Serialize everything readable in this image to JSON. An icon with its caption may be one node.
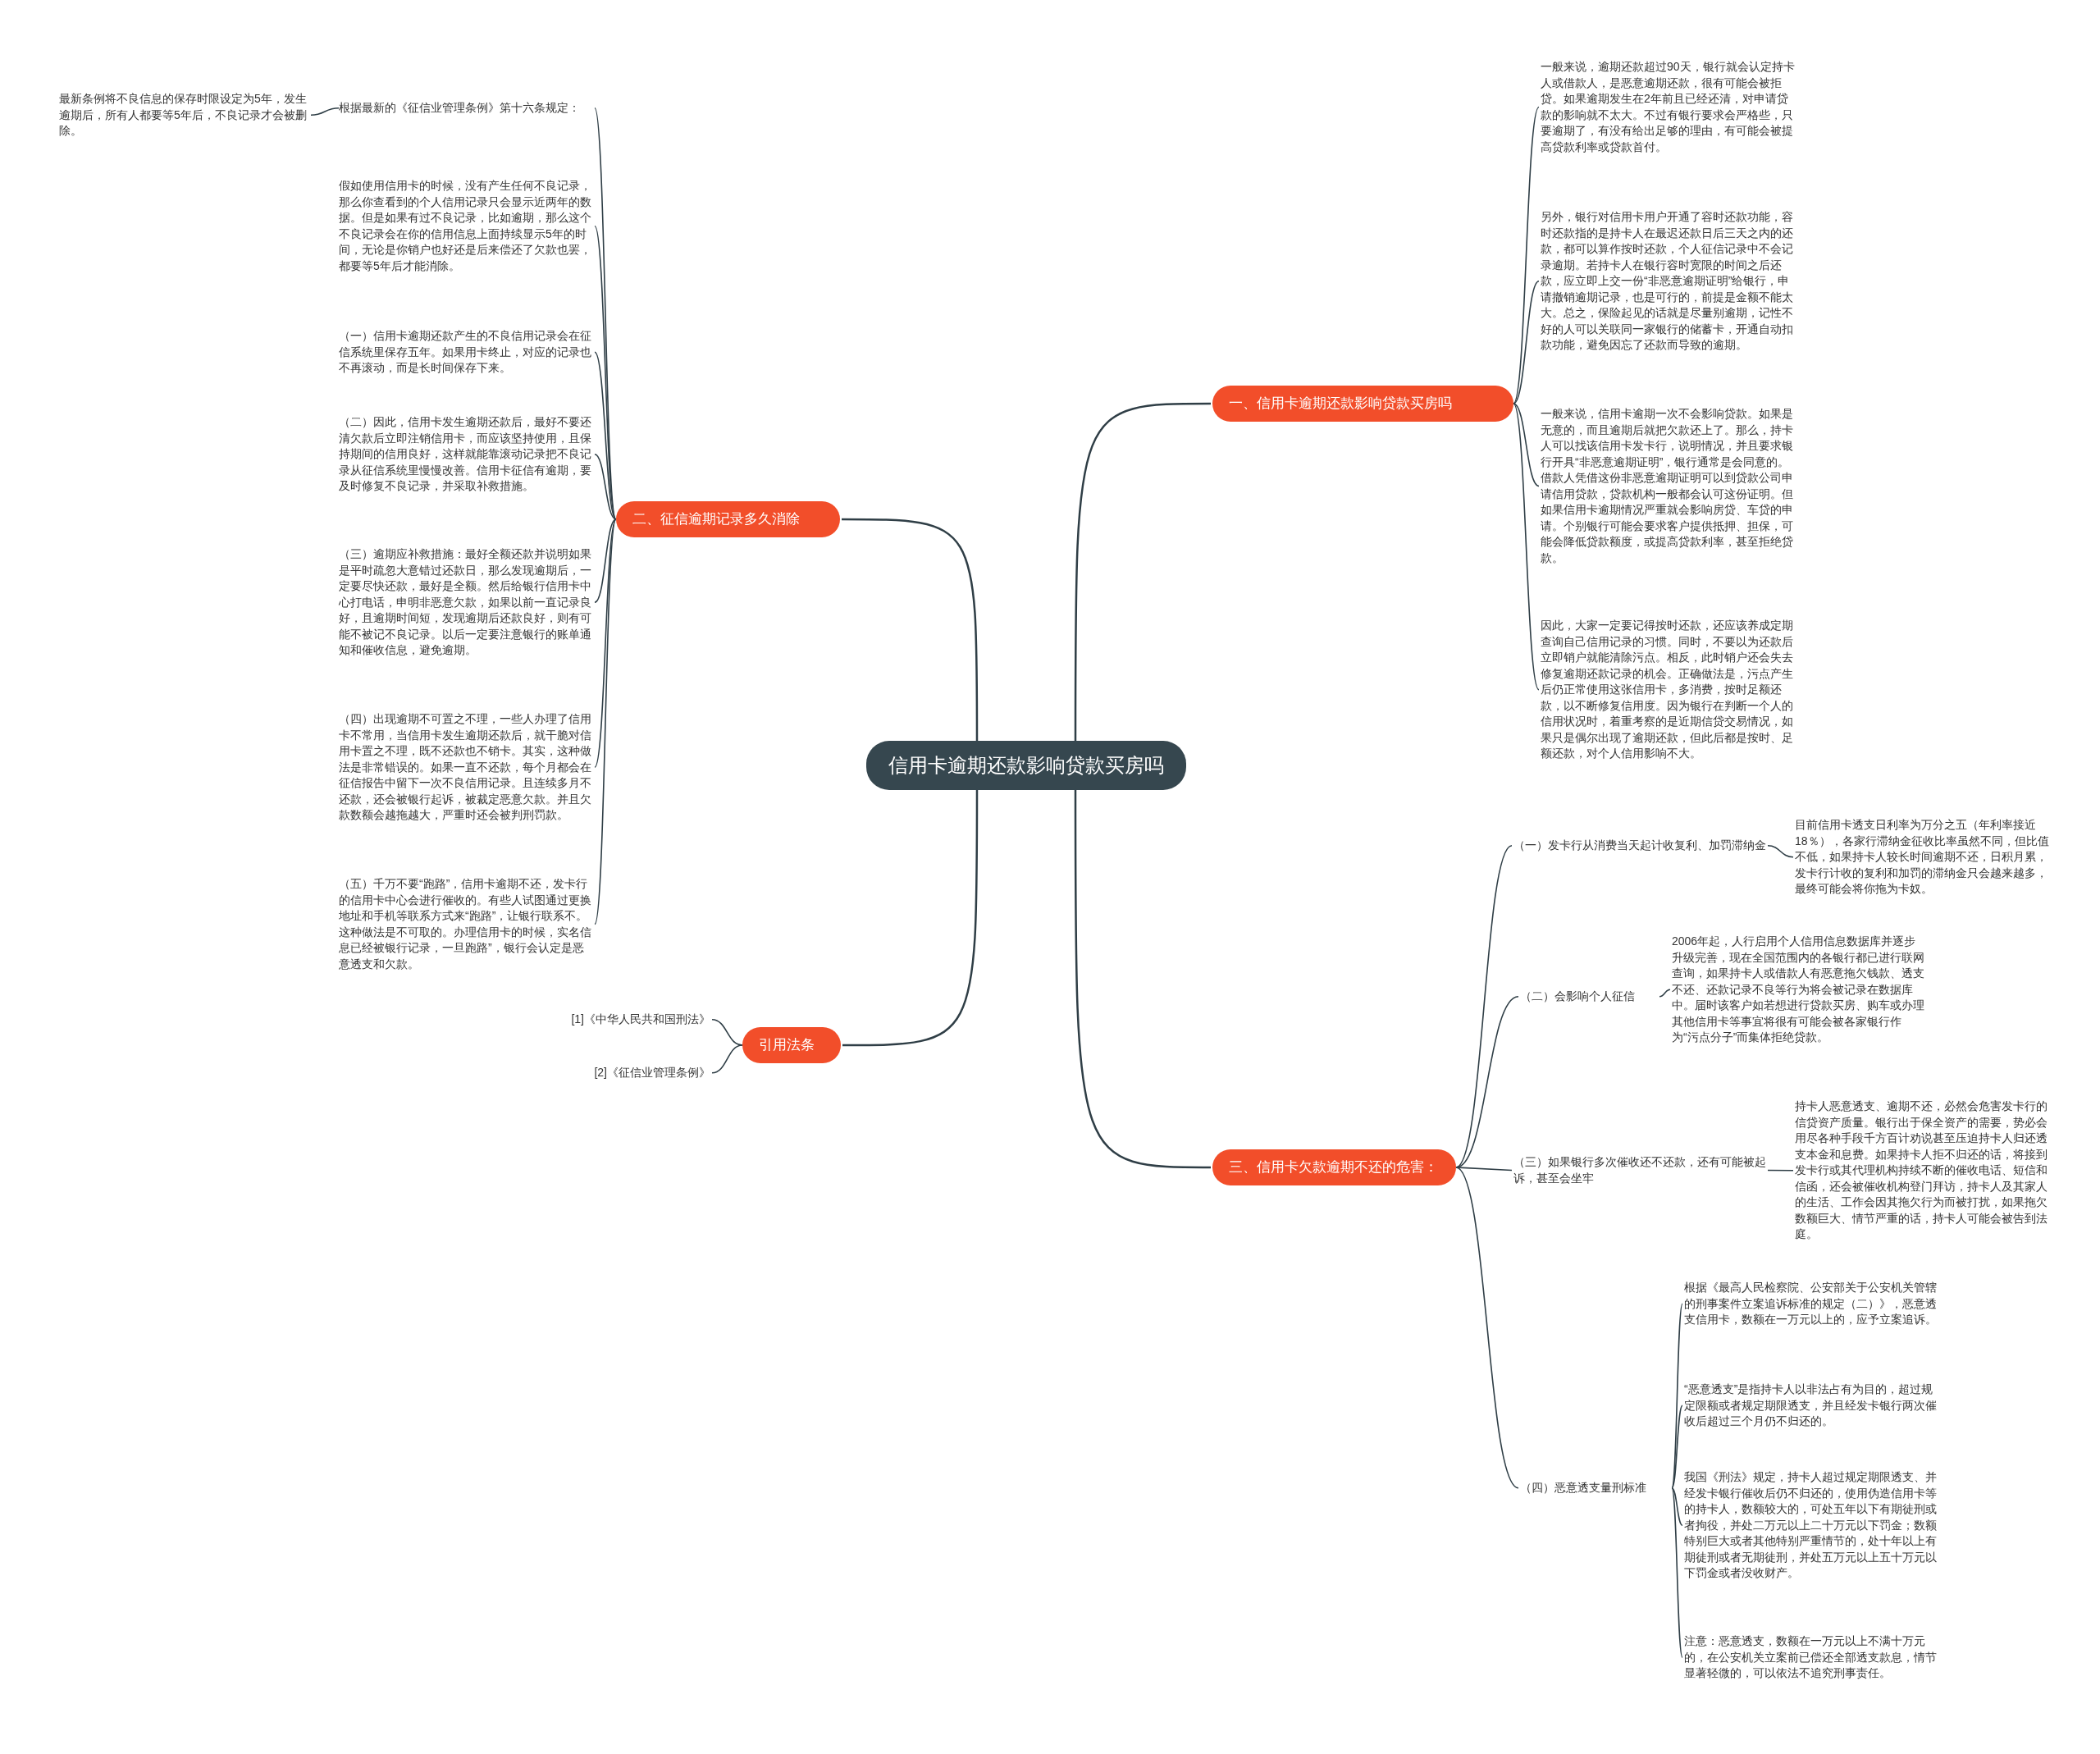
{
  "diagram": {
    "nodes": [
      {
        "text": [
          "信用卡逾期还款影响贷款买房吗"
        ]
      },
      {
        "text": [
          "一、信用卡逾期还款影响贷款买房吗"
        ]
      },
      {
        "text": [
          "一般来说，逾期还款超过90天，银行就会认定持卡人或借款人，是恶意逾期还款，很有可能会被拒贷。如果逾期发生在2年前且已经还清，对申请贷款的影响就不太大。不过有银行要求会严格些，只要逾期了，有没有给出足够的理由，有可能会被提高贷款利率或贷款首付。"
        ]
      },
      {
        "text": [
          "另外，银行对信用卡用户开通了容时还款功能，容时还款指的是持卡人在最迟还款日后三天之内的还款，都可以算作按时还款，个人征信记录中不会记录逾期。若持卡人在银行容时宽限的时间之后还款，应立即上交一份“非恶意逾期证明”给银行，申请撤销逾期记录，也是可行的，前提是金额不能太大。总之，保险起见的话就是尽量别逾期，记性不好的人可以关联同一家银行的储蓄卡，开通自动扣款功能，避免因忘了还款而导致的逾期。"
        ]
      },
      {
        "text": [
          "一般来说，信用卡逾期一次不会影响贷款。如果是无意的，而且逾期后就把欠款还上了。那么，持卡人可以找该信用卡发卡行，说明情况，并且要求银行开具“非恶意逾期证明”，银行通常是会同意的。借款人凭借这份非恶意逾期证明可以到贷款公司申请信用贷款，贷款机构一般都会认可这份证明。但如果信用卡逾期情况严重就会影响房贷、车贷的申请。个别银行可能会要求客户提供抵押、担保，可能会降低贷款额度，或提高贷款利率，甚至拒绝贷款。"
        ]
      },
      {
        "text": [
          "因此，大家一定要记得按时还款，还应该养成定期查询自己信用记录的习惯。同时，不要以为还款后立即销户就能清除污点。相反，此时销户还会失去修复逾期还款记录的机会。正确做法是，污点产生后仍正常使用这张信用卡，多消费，按时足额还款，以不断修复信用度。因为银行在判断一个人的信用状况时，着重考察的是近期信贷交易情况，如果只是偶尔出现了逾期还款，但此后都是按时、足额还款，对个人信用影响不大。"
        ]
      },
      {
        "text": [
          "二、征信逾期记录多久消除"
        ]
      },
      {
        "text": [
          "根据最新的《征信业管理条例》第十六条规定："
        ]
      },
      {
        "text": [
          "最新条例将不良信息的保存时限设定为5年，发生逾期后，所有人都要等5年后，不良记录才会被删除。"
        ]
      },
      {
        "text": [
          "假如使用信用卡的时候，没有产生任何不良记录，那么你查看到的个人信用记录只会显示近两年的数据。但是如果有过不良记录，比如逾期，那么这个不良记录会在你的信用信息上面持续显示5年的时间，无论是你销户也好还是后来偿还了欠款也罢，都要等5年后才能消除。"
        ]
      },
      {
        "text": [
          "（一）信用卡逾期还款产生的不良信用记录会在征信系统里保存五年。如果用卡终止，对应的记录也不再滚动，而是长时间保存下来。"
        ]
      },
      {
        "text": [
          "（二）因此，信用卡发生逾期还款后，最好不要还清欠款后立即注销信用卡，而应该坚持使用，且保持期间的信用良好，这样就能靠滚动记录把不良记录从征信系统里慢慢改善。信用卡征信有逾期，要及时修复不良记录，并采取补救措施。"
        ]
      },
      {
        "text": [
          "（三）逾期应补救措施：最好全额还款并说明如果是平时疏忽大意错过还款日，那么发现逾期后，一定要尽快还款，最好是全额。然后给银行信用卡中心打电话，申明非恶意欠款，如果以前一直记录良好，且逾期时间短，发现逾期后还款良好，则有可能不被记不良记录。以后一定要注意银行的账单通知和催收信息，避免逾期。"
        ]
      },
      {
        "text": [
          "（四）出现逾期不可置之不理，一些人办理了信用卡不常用，当信用卡发生逾期还款后，就干脆对信用卡置之不理，既不还款也不销卡。其实，这种做法是非常错误的。如果一直不还款，每个月都会在征信报告中留下一次不良信用记录。且连续多月不还款，还会被银行起诉，被裁定恶意欠款。并且欠款数额会越拖越大，严重时还会被判刑罚款。"
        ]
      },
      {
        "text": [
          "（五）千万不要“跑路”，信用卡逾期不还，发卡行的信用卡中心会进行催收的。有些人试图通过更换地址和手机等联系方式来“跑路”，让银行联系不。这种做法是不可取的。办理信用卡的时候，实名信息已经被银行记录，一旦跑路”，银行会认定是恶意透支和欠款。"
        ]
      },
      {
        "text": [
          "引用法条"
        ]
      },
      {
        "text": [
          "[1]《中华人民共和国刑法》"
        ]
      },
      {
        "text": [
          "[2]《征信业管理条例》"
        ]
      },
      {
        "text": [
          "三、信用卡欠款逾期不还的危害："
        ]
      },
      {
        "text": [
          "（一）发卡行从消费当天起计收复利、加罚滞纳金"
        ]
      },
      {
        "text": [
          "目前信用卡透支日利率为万分之五（年利率接近18％），各家行滞纳金征收比率虽然不同，但比值不低，如果持卡人较长时间逾期不还，日积月累，发卡行计收的复利和加罚的滞纳金只会越来越多，最终可能会将你拖为卡奴。"
        ]
      },
      {
        "text": [
          "（二）会影响个人征信"
        ]
      },
      {
        "text": [
          "2006年起，人行启用个人信用信息数据库并逐步升级完善，现在全国范围内的各银行都已进行联网查询，如果持卡人或借款人有恶意拖欠钱款、透支不还、还款记录不良等行为将会被记录在数据库中。届时该客户如若想进行贷款买房、购车或办理其他信用卡等事宜将很有可能会被各家银行作为“污点分子”而集体拒绝贷款。"
        ]
      },
      {
        "text": [
          "（三）如果银行多次催收还不还款，还有可能被起诉，甚至会坐牢"
        ]
      },
      {
        "text": [
          "持卡人恶意透支、逾期不还，必然会危害发卡行的信贷资产质量。银行出于保全资产的需要，势必会用尽各种手段千方百计劝说甚至压迫持卡人归还透支本金和息费。如果持卡人拒不归还的话，将接到发卡行或其代理机构持续不断的催收电话、短信和信函，还会被催收机构登门拜访，持卡人及其家人的生活、工作会因其拖欠行为而被打扰，如果拖欠数额巨大、情节严重的话，持卡人可能会被告到法庭。"
        ]
      },
      {
        "text": [
          "（四）恶意透支量刑标准"
        ]
      },
      {
        "text": [
          "根据《最高人民检察院、公安部关于公安机关管辖的刑事案件立案追诉标准的规定（二）》，恶意透支信用卡，数额在一万元以上的，应予立案追诉。"
        ]
      },
      {
        "text": [
          "“恶意透支”是指持卡人以非法占有为目的，超过规定限额或者规定期限透支，并且经发卡银行两次催收后超过三个月仍不归还的。"
        ]
      },
      {
        "text": [
          "我国《刑法》规定，持卡人超过规定期限透支、并经发卡银行催收后仍不归还的，使用伪造信用卡等的持卡人，数额较大的，可处五年以下有期徒刑或者拘役，并处二万元以上二十万元以下罚金；数额特别巨大或者其他特别严重情节的，处十年以上有期徒刑或者无期徒刑，并处五万元以上五十万元以下罚金或者没收财产。"
        ]
      },
      {
        "text": [
          "注意：恶意透支，数额在一万元以上不满十万元的，在公安机关立案前已偿还全部透支款息，情节显著轻微的，可以依法不追究刑事责任。"
        ]
      }
    ],
    "edges": [
      {
        "from": 0,
        "to": 1,
        "arrow": "none"
      },
      {
        "from": 1,
        "to": 2,
        "arrow": "none"
      },
      {
        "from": 1,
        "to": 3,
        "arrow": "none"
      },
      {
        "from": 1,
        "to": 4,
        "arrow": "none"
      },
      {
        "from": 1,
        "to": 5,
        "arrow": "none"
      },
      {
        "from": 0,
        "to": 6,
        "arrow": "none"
      },
      {
        "from": 6,
        "to": 7,
        "arrow": "none"
      },
      {
        "from": 7,
        "to": 8,
        "arrow": "none"
      },
      {
        "from": 6,
        "to": 9,
        "arrow": "none"
      },
      {
        "from": 6,
        "to": 10,
        "arrow": "none"
      },
      {
        "from": 6,
        "to": 11,
        "arrow": "none"
      },
      {
        "from": 6,
        "to": 12,
        "arrow": "none"
      },
      {
        "from": 6,
        "to": 13,
        "arrow": "none"
      },
      {
        "from": 6,
        "to": 14,
        "arrow": "none"
      },
      {
        "from": 0,
        "to": 15,
        "arrow": "none"
      },
      {
        "from": 15,
        "to": 16,
        "arrow": "none"
      },
      {
        "from": 15,
        "to": 17,
        "arrow": "none"
      },
      {
        "from": 0,
        "to": 18,
        "arrow": "none"
      },
      {
        "from": 18,
        "to": 19,
        "arrow": "none"
      },
      {
        "from": 19,
        "to": 20,
        "arrow": "none"
      },
      {
        "from": 18,
        "to": 21,
        "arrow": "none"
      },
      {
        "from": 21,
        "to": 22,
        "arrow": "none"
      },
      {
        "from": 18,
        "to": 23,
        "arrow": "none"
      },
      {
        "from": 23,
        "to": 24,
        "arrow": "none"
      },
      {
        "from": 18,
        "to": 25,
        "arrow": "none"
      },
      {
        "from": 25,
        "to": 26,
        "arrow": "none"
      },
      {
        "from": 25,
        "to": 27,
        "arrow": "none"
      },
      {
        "from": 25,
        "to": 28,
        "arrow": "none"
      },
      {
        "from": 25,
        "to": 29,
        "arrow": "none"
      }
    ]
  }
}
